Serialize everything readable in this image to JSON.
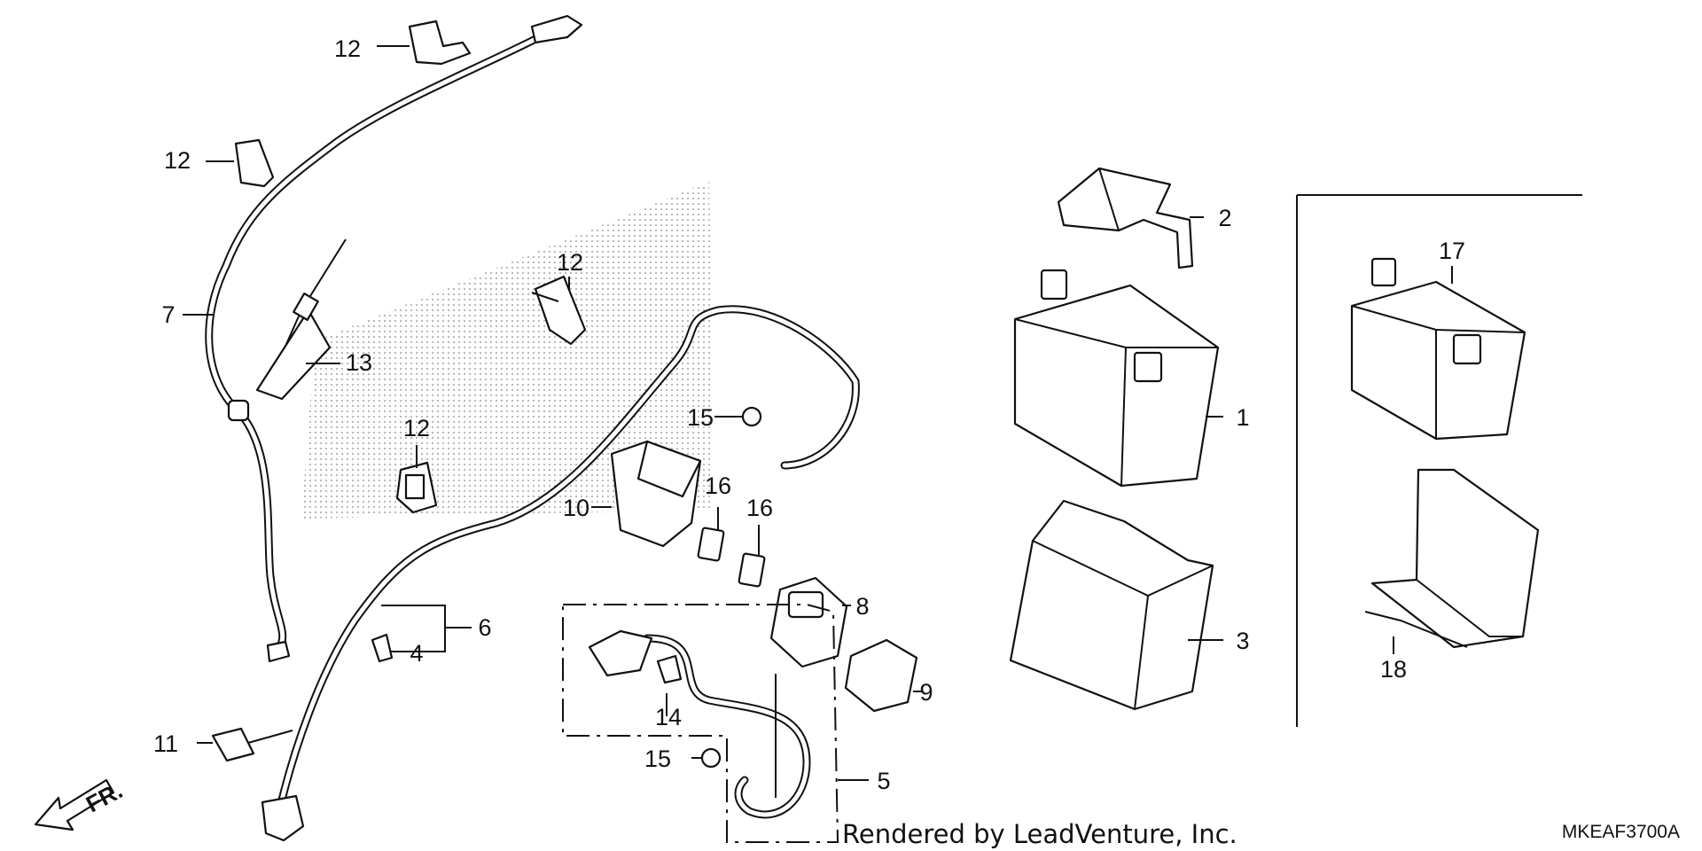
{
  "callouts": [
    {
      "id": "1",
      "label": "1"
    },
    {
      "id": "2",
      "label": "2"
    },
    {
      "id": "3",
      "label": "3"
    },
    {
      "id": "4",
      "label": "4"
    },
    {
      "id": "5",
      "label": "5"
    },
    {
      "id": "6",
      "label": "6"
    },
    {
      "id": "7",
      "label": "7"
    },
    {
      "id": "8",
      "label": "8"
    },
    {
      "id": "9",
      "label": "9"
    },
    {
      "id": "10",
      "label": "10"
    },
    {
      "id": "11",
      "label": "11"
    },
    {
      "id": "12",
      "label": "12"
    },
    {
      "id": "13",
      "label": "13"
    },
    {
      "id": "14",
      "label": "14"
    },
    {
      "id": "15",
      "label": "15"
    },
    {
      "id": "16",
      "label": "16"
    },
    {
      "id": "17",
      "label": "17"
    },
    {
      "id": "18",
      "label": "18"
    }
  ],
  "direction_label": "FR.",
  "credit": "Rendered by LeadVenture, Inc.",
  "diagram_code": "MKEAF3700A"
}
